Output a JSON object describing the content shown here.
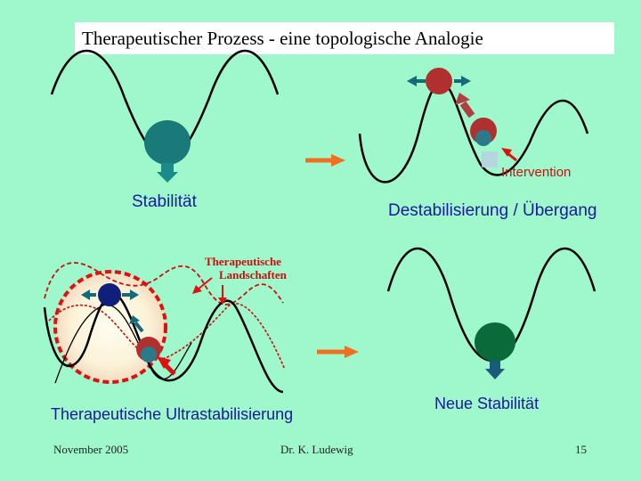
{
  "slide": {
    "title": "Therapeutischer Prozess - eine topologische Analogie",
    "colors": {
      "background": "#9ff7cc",
      "label_blue": "#1a1a9a",
      "arrow_orange": "#f07020",
      "arrow_red": "#e01010",
      "ball_teal": "#1a7a7a",
      "ball_red": "#b03030",
      "ball_green": "#0a6a3a",
      "ball_navy": "#10207a"
    }
  },
  "panels": {
    "stability": {
      "label": "Stabilität"
    },
    "destabilization": {
      "label": "Destabilisierung / Übergang",
      "intervention_label": "Intervention"
    },
    "ultrastabilization": {
      "label": "Therapeutische Ultrastabilisierung",
      "landscapes_label_line1": "Therapeutische",
      "landscapes_label_line2": "Landschaften"
    },
    "new_stability": {
      "label": "Neue Stabilität"
    }
  },
  "footer": {
    "date": "November 2005",
    "author": "Dr. K. Ludewig",
    "page": "15"
  }
}
